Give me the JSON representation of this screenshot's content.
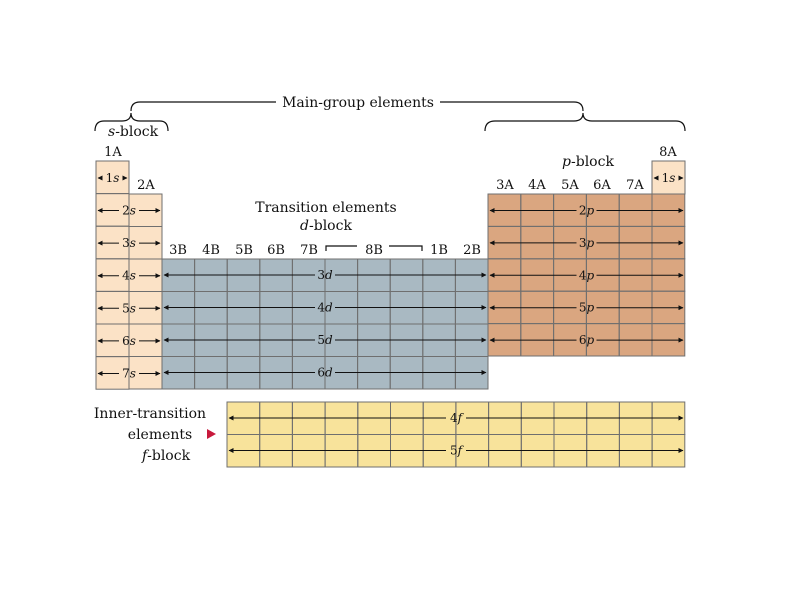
{
  "labels": {
    "main_group": "Main-group elements",
    "s_block": "s-block",
    "p_block": "p-block",
    "transition": "Transition elements",
    "d_block": "d-block",
    "inner_transition": "Inner-transition",
    "elements": "elements",
    "f_block": "f-block"
  },
  "groups": {
    "g1A": "1A",
    "g2A": "2A",
    "g3B": "3B",
    "g4B": "4B",
    "g5B": "5B",
    "g6B": "6B",
    "g7B": "7B",
    "g8B": "8B",
    "g1B": "1B",
    "g2B": "2B",
    "g3A": "3A",
    "g4A": "4A",
    "g5A": "5A",
    "g6A": "6A",
    "g7A": "7A",
    "g8A": "8A"
  },
  "orbitals": {
    "s": [
      "1s",
      "2s",
      "3s",
      "4s",
      "5s",
      "6s",
      "7s"
    ],
    "s_he": "1s",
    "p": [
      "2p",
      "3p",
      "4p",
      "5p",
      "6p"
    ],
    "d": [
      "3d",
      "4d",
      "5d",
      "6d"
    ],
    "f": [
      "4f",
      "5f"
    ]
  },
  "colors": {
    "s_block": "#fbe2c6",
    "d_block": "#a9b9c2",
    "p_block": "#daa680",
    "f_block": "#f8e39b",
    "grid": "#6f6f6f",
    "pointer": "#c8193c"
  }
}
